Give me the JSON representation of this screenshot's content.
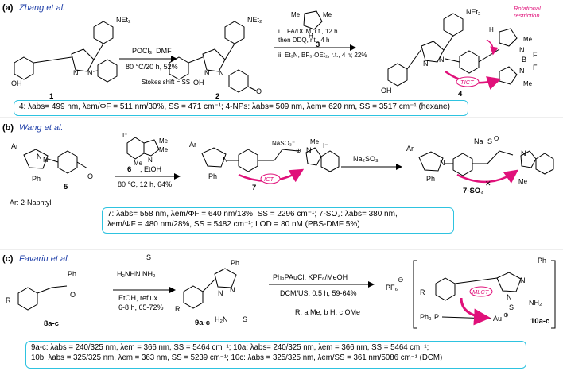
{
  "panels": {
    "a": {
      "label": "(a)",
      "author": "Zhang et al.",
      "reagent_1_line1": "POCl₃, DMF",
      "reagent_1_line2": "80 °C/20 h, 52%",
      "note": "Stokes shift = SS",
      "reagent_2_line1": "i. TFA/DCM, r.t., 12 h",
      "reagent_2_line2": "then DDQ, r.t., 4 h",
      "reagent_2_line3": "ii. Et₃N, BF₃·OEt₂, r.t., 4 h; 22%",
      "compounds": [
        "1",
        "2",
        "3",
        "4"
      ],
      "tict_label": "TICT",
      "rotational_label_1": "Rotational",
      "rotational_label_2": "restriction",
      "box_line1": "4: λabs= 499 nm, λem/ΦF = 511 nm/30%, SS = 471 cm⁻¹; 4-NPs: λabs= 509 nm, λem= 620 nm,  SS = 3517 cm⁻¹ (hexane)"
    },
    "b": {
      "label": "(b)",
      "author": "Wang et al.",
      "reagent_1_line1": ", EtOH",
      "reagent_1_line2": "80 °C, 12 h, 64%",
      "reagent_2": "Na₂SO₃",
      "substituent": "Ar: 2-Naphtyl",
      "compounds": [
        "5",
        "6",
        "7",
        "7-SO₃"
      ],
      "ict_label": "ICT",
      "box_line1": "7: λabs= 558 nm, λem/ΦF = 640 nm/13%, SS = 2296 cm⁻¹; 7-SO₃: λabs= 380 nm,",
      "box_line2": "λem/ΦF = 480 nm/28%, SS = 5482 cm⁻¹; LOD = 80 nM (PBS-DMF 5%)"
    },
    "c": {
      "label": "(c)",
      "author": "Favarin et al.",
      "reagent_1_line1": "EtOH, reflux",
      "reagent_1_line2": "6-8 h, 65-72%",
      "reagent_2_line1": "Ph₃PAuCl, KPF₆/MeOH",
      "reagent_2_line2": "DCM/US, 0.5 h, 59-64%",
      "substituents": "R: a Me, b H, c OMe",
      "compounds": [
        "8a-c",
        "9a-c",
        "10a-c"
      ],
      "mlct_label": "MLCT",
      "counterion": "PF₆",
      "box_line1": "9a-c: λabs = 240/325 nm, λem = 366 nm, SS = 5464 cm⁻¹; 10a: λabs= 240/325 nm, λem = 366 nm, SS = 5464 cm⁻¹;",
      "box_line2": "10b: λabs = 325/325 nm, λem = 363 nm, SS = 5239 cm⁻¹; 10c: λabs = 325/325 nm, λem/SS = 361 nm/5086 cm⁻¹ (DCM)"
    }
  },
  "colors": {
    "author": "#1f3fa8",
    "box_border": "#2ec3e0",
    "arrow": "#e0117a",
    "heteroatom_o": "#d94a1a",
    "heteroatom_s": "#a8a800",
    "ph3p": "#8b1fa8"
  }
}
